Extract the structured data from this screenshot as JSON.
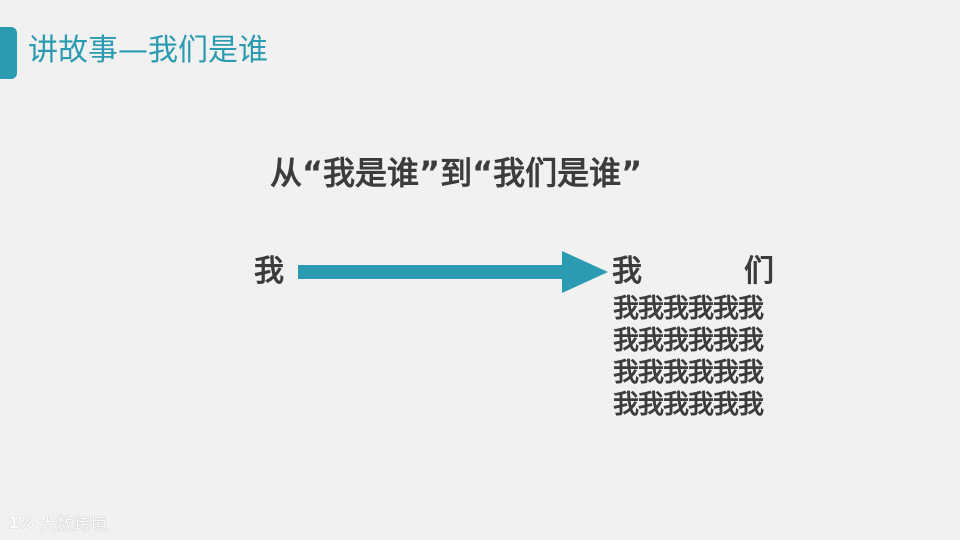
{
  "slide": {
    "title": "讲故事—我们是谁",
    "headline": "从“我是谁”到“我们是谁”",
    "from_label": "我",
    "to_label": {
      "left": "我",
      "right": "们"
    },
    "we_rows": [
      "我我我我我我",
      "我我我我我我",
      "我我我我我我",
      "我我我我我我"
    ]
  },
  "arrow": {
    "icon": "right-arrow-icon",
    "color": "#2a9bb0"
  },
  "colors": {
    "accent": "#2a9bb0",
    "text": "#3c3c3c",
    "background": "#f1f1f1"
  },
  "watermark": {
    "logo": "1%",
    "text": "大数跨境"
  }
}
